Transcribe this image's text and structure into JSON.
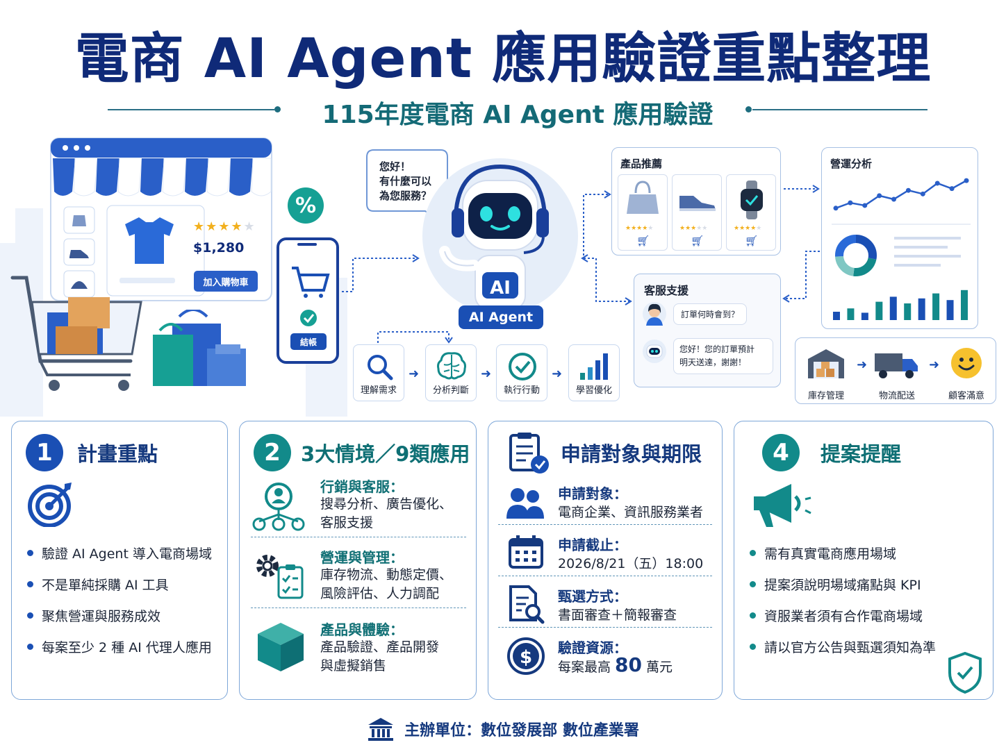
{
  "title": "電商 AI Agent 應用驗證重點整理",
  "subtitle": "115年度電商 AI Agent 應用驗證",
  "illustration": {
    "shop": {
      "price": "$1,280",
      "add_to_cart": "加入購物車",
      "discount": "%",
      "checkout": "結帳",
      "rating_stars": 4
    },
    "agent": {
      "greeting_line1": "您好！",
      "greeting_line2": "有什麼可以",
      "greeting_line3": "為您服務？",
      "chest": "AI",
      "badge": "AI Agent"
    },
    "flow": [
      "理解需求",
      "分析判斷",
      "執行行動",
      "學習優化"
    ],
    "recommend": {
      "title": "產品推薦"
    },
    "service": {
      "title": "客服支援",
      "question": "訂單何時會到？",
      "answer_line1": "您好！您的訂單預計",
      "answer_line2": "明天送達，謝謝！"
    },
    "analytics": {
      "title": "營運分析",
      "line_points": [
        0.3,
        0.42,
        0.36,
        0.58,
        0.5,
        0.7,
        0.62,
        0.86,
        0.74,
        0.92
      ],
      "bars": [
        0.25,
        0.35,
        0.22,
        0.55,
        0.7,
        0.5,
        0.65,
        0.8,
        0.6,
        0.9
      ],
      "donut": [
        0.28,
        0.24,
        0.22,
        0.26
      ]
    },
    "logistics": [
      "庫存管理",
      "物流配送",
      "顧客滿意"
    ]
  },
  "cards": {
    "plan": {
      "number": "1",
      "title": "計畫重點",
      "bullets": [
        "驗證 AI Agent 導入電商場域",
        "不是單純採購 AI 工具",
        "聚焦營運與服務成效",
        "每案至少 2 種 AI 代理人應用"
      ]
    },
    "scenarios": {
      "number": "2",
      "title": "3大情境／9類應用",
      "items": [
        {
          "heading": "行銷與客服：",
          "line1": "搜尋分析、廣告優化、",
          "line2": "客服支援"
        },
        {
          "heading": "營運與管理：",
          "line1": "庫存物流、動態定價、",
          "line2": "風險評估、人力調配"
        },
        {
          "heading": "產品與體驗：",
          "line1": "產品驗證、產品開發",
          "line2": "與虛擬銷售"
        }
      ]
    },
    "apply": {
      "title": "申請對象與期限",
      "items": [
        {
          "heading": "申請對象：",
          "body": "電商企業、資訊服務業者"
        },
        {
          "heading": "申請截止：",
          "body": "2026/8/21（五）18:00"
        },
        {
          "heading": "甄選方式：",
          "body": "書面審查＋簡報審查"
        },
        {
          "heading": "驗證資源：",
          "body_prefix": "每案最高 ",
          "body_number": "80",
          "body_suffix": " 萬元"
        }
      ]
    },
    "reminder": {
      "number": "4",
      "title": "提案提醒",
      "bullets": [
        "需有真實電商應用場域",
        "提案須說明場域痛點與 KPI",
        "資服業者須有合作電商場域",
        "請以官方公告與甄選須知為準"
      ]
    }
  },
  "footer": "主辦單位：數位發展部 數位產業署",
  "colors": {
    "navy": "#0f2a78",
    "teal": "#128a8a",
    "blue": "#1a4fb4"
  }
}
